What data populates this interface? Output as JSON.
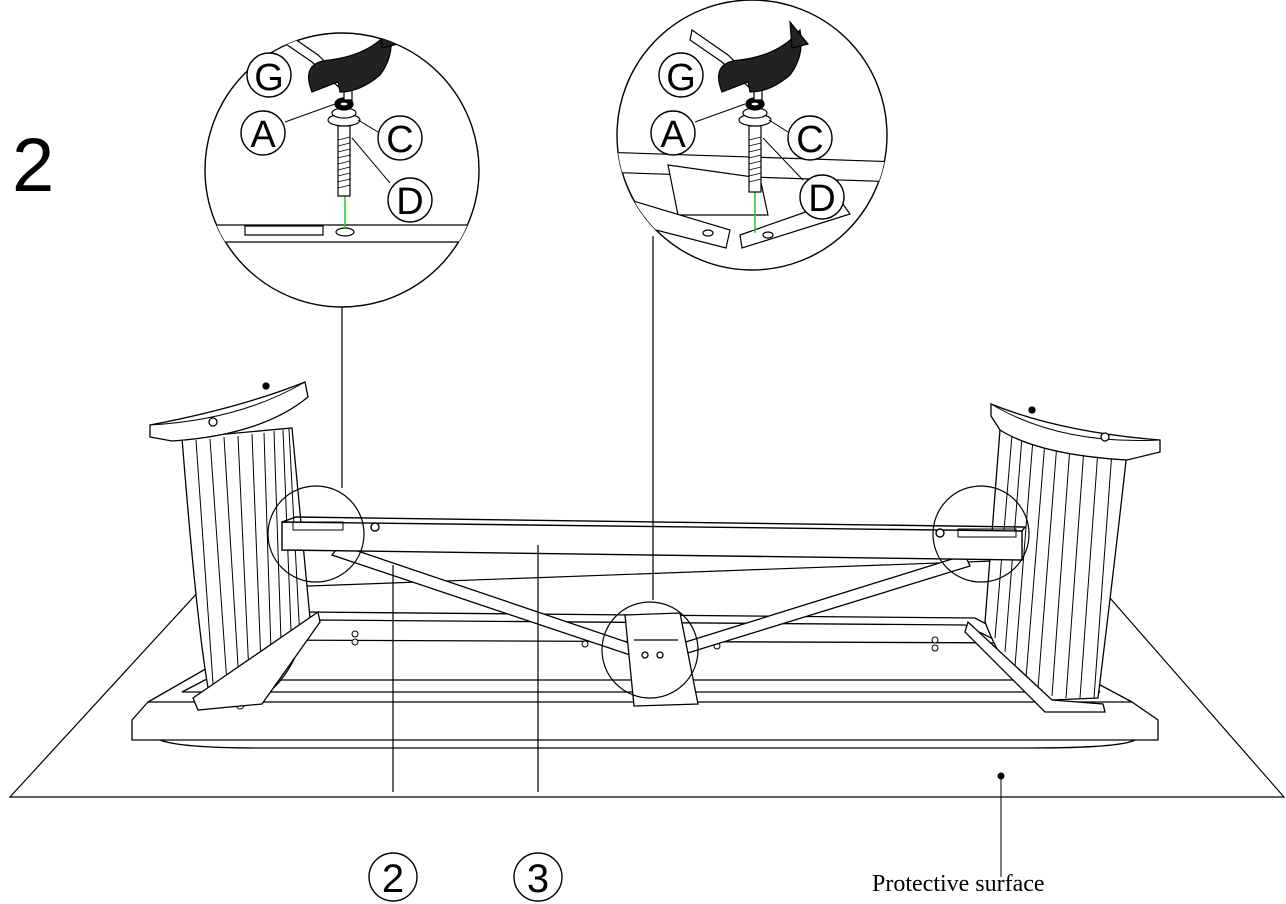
{
  "step_number": "2",
  "callout_left": {
    "labels": {
      "g": "G",
      "a": "A",
      "c": "C",
      "d": "D"
    }
  },
  "callout_right": {
    "labels": {
      "g": "G",
      "a": "A",
      "c": "C",
      "d": "D"
    }
  },
  "part_labels": {
    "part2": "2",
    "part3": "3"
  },
  "surface_label": "Protective surface",
  "colors": {
    "line": "#000000",
    "guide": "#22cc22"
  }
}
